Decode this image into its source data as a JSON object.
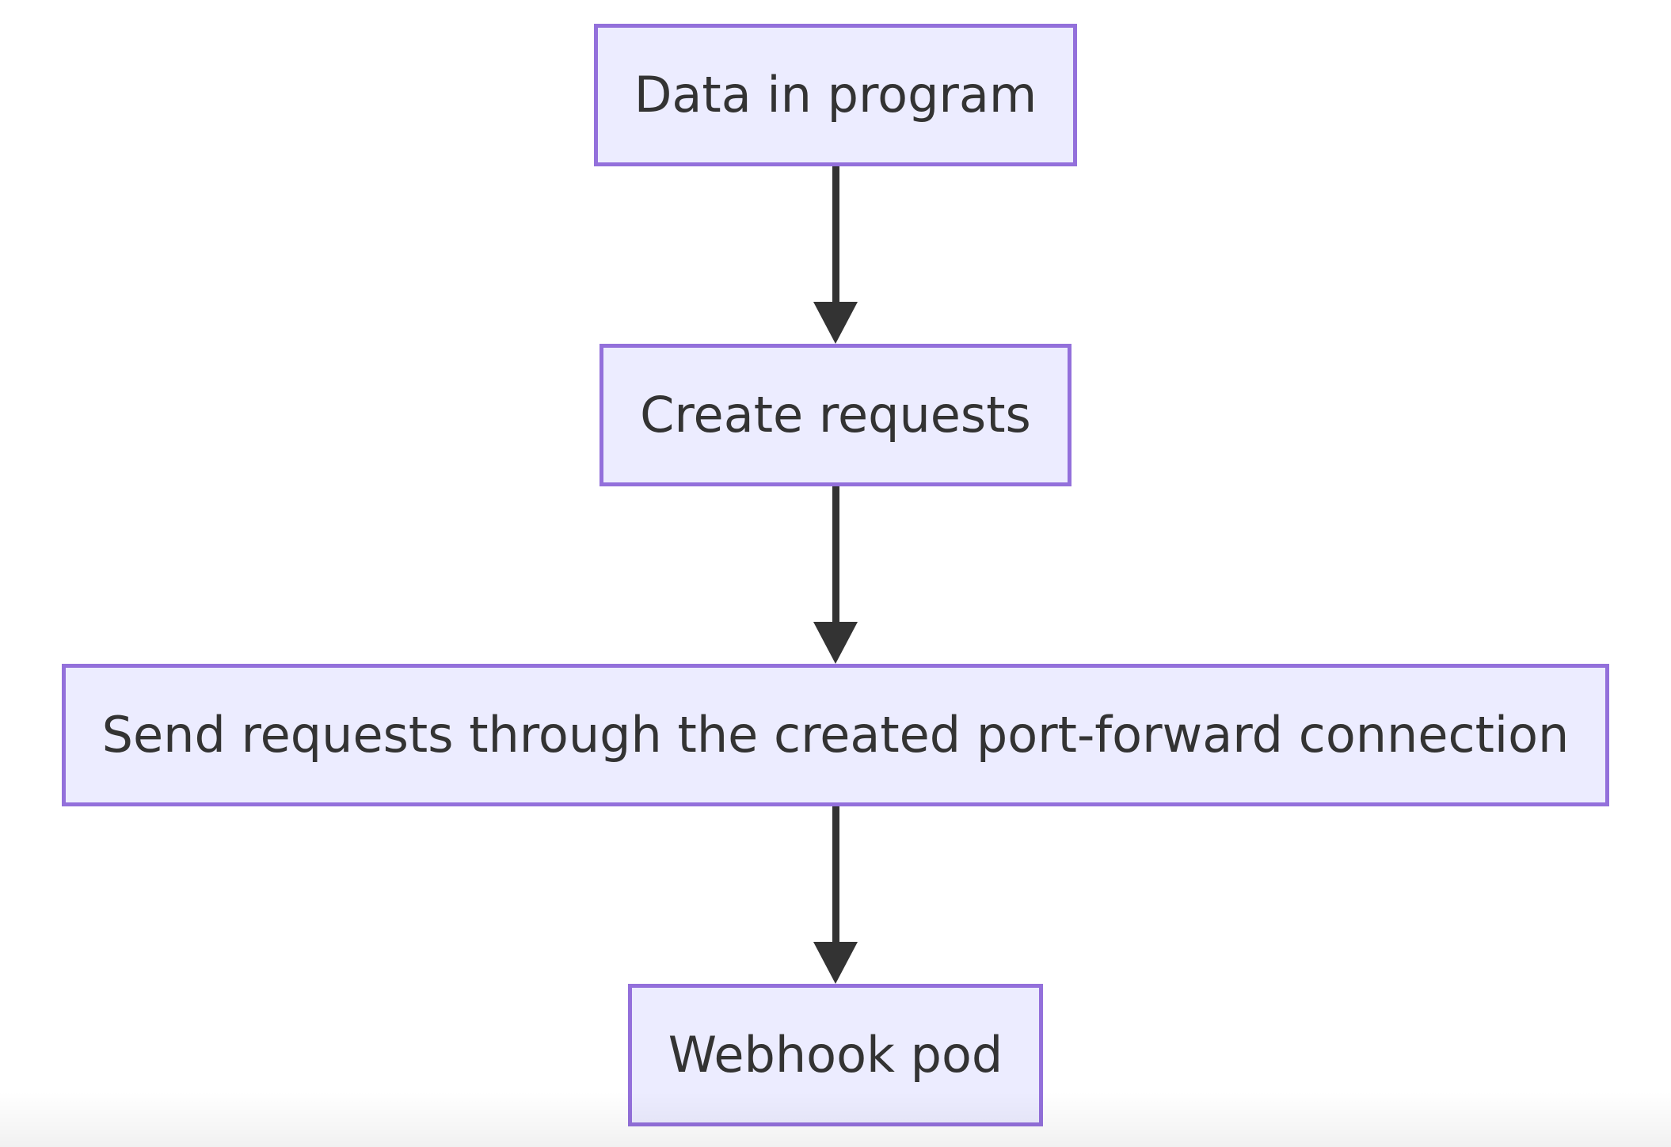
{
  "diagram": {
    "type": "flowchart",
    "direction": "top-down",
    "nodes": [
      {
        "id": "data-in-program",
        "label": "Data in program"
      },
      {
        "id": "create-requests",
        "label": "Create requests"
      },
      {
        "id": "send-requests",
        "label": "Send requests through the created port-forward connection"
      },
      {
        "id": "webhook-pod",
        "label": "Webhook pod"
      }
    ],
    "edges": [
      {
        "from": "data-in-program",
        "to": "create-requests",
        "style": "arrow-down"
      },
      {
        "from": "create-requests",
        "to": "send-requests",
        "style": "arrow-down"
      },
      {
        "from": "send-requests",
        "to": "webhook-pod",
        "style": "arrow-down"
      }
    ],
    "colors": {
      "node_fill": "#ECECFF",
      "node_border": "#9370DB",
      "node_text": "#333333",
      "arrow": "#333333",
      "background": "#FFFFFF"
    }
  }
}
